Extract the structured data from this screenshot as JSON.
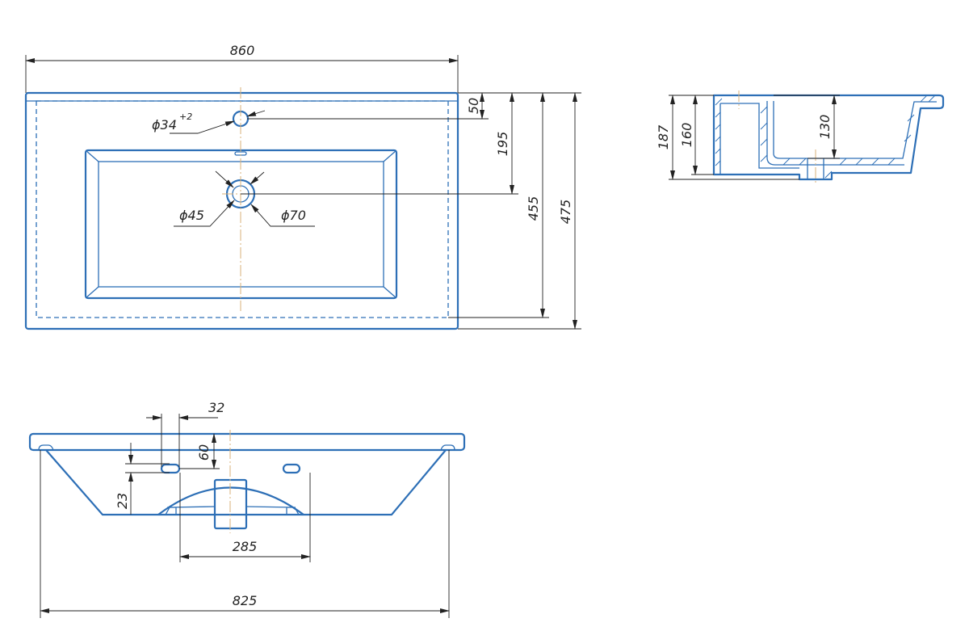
{
  "colors": {
    "outline": "#2d6fb6",
    "centerline": "#d9b27a",
    "dimension": "#222222"
  },
  "top_view": {
    "width": "860",
    "faucet_hole": "ϕ34",
    "faucet_tol": "+2",
    "drain_inner": "ϕ45",
    "drain_outer": "ϕ70",
    "dim_50": "50",
    "dim_195": "195",
    "dim_455": "455",
    "dim_475": "475"
  },
  "side_view": {
    "dim_187": "187",
    "dim_160": "160",
    "dim_130": "130"
  },
  "front_view": {
    "dim_32": "32",
    "dim_60": "60",
    "dim_23": "23",
    "dim_285": "285",
    "dim_825": "825"
  }
}
